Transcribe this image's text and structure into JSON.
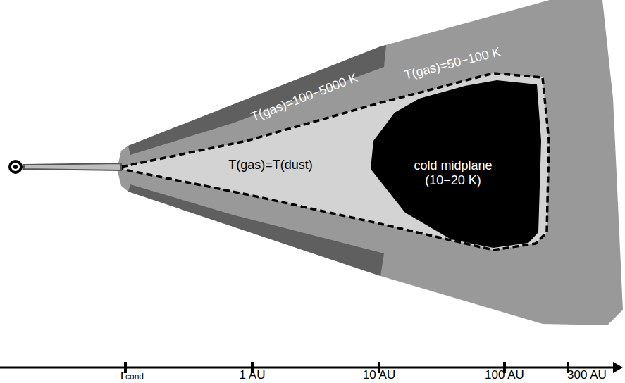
{
  "diagram": {
    "nodes": [
      {
        "text": [
          "cold midplane (10−20 K)"
        ]
      }
    ],
    "labels": [
      "T(gas)=100−5000 K",
      "T(gas)=50−100 K",
      "T(gas)=T(dust)",
      "r",
      "cond",
      "1 AU",
      "10 AU",
      "100 AU",
      "300 AU"
    ]
  }
}
